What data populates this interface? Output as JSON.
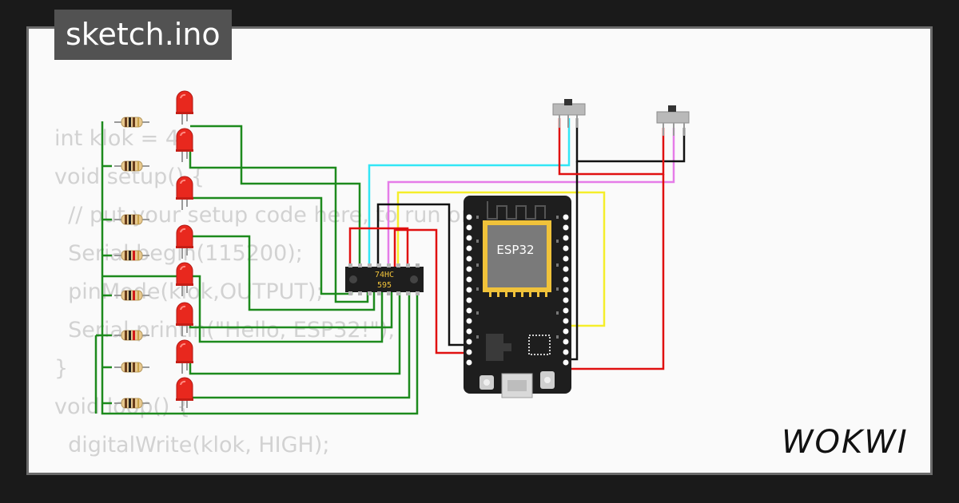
{
  "file_tab": {
    "title": "sketch.ino"
  },
  "code_lines": [
    "int klok = 4;",
    "void setup() {",
    "  // put your setup code here, to run once:",
    "  Serial.begin(115200);",
    "  pinMode(klok,OUTPUT);",
    "  Serial.println(\"Hello, ESP32!\");",
    "}",
    "",
    "void loop() {",
    "  digitalWrite(klok, HIGH);"
  ],
  "shift_register": {
    "line1": "74HC",
    "line2": "595"
  },
  "board": {
    "label": "ESP32"
  },
  "brand": {
    "name": "WOKWI"
  },
  "colors": {
    "wire_green": "#1d8a1d",
    "wire_red": "#e01010",
    "wire_black": "#111111",
    "wire_cyan": "#33e6f5",
    "wire_pink": "#e57ce8",
    "wire_yellow": "#f5ee2a",
    "led_red": "#e8281e",
    "board_black": "#1e1e1e",
    "chip_gold": "#f0c23a"
  }
}
